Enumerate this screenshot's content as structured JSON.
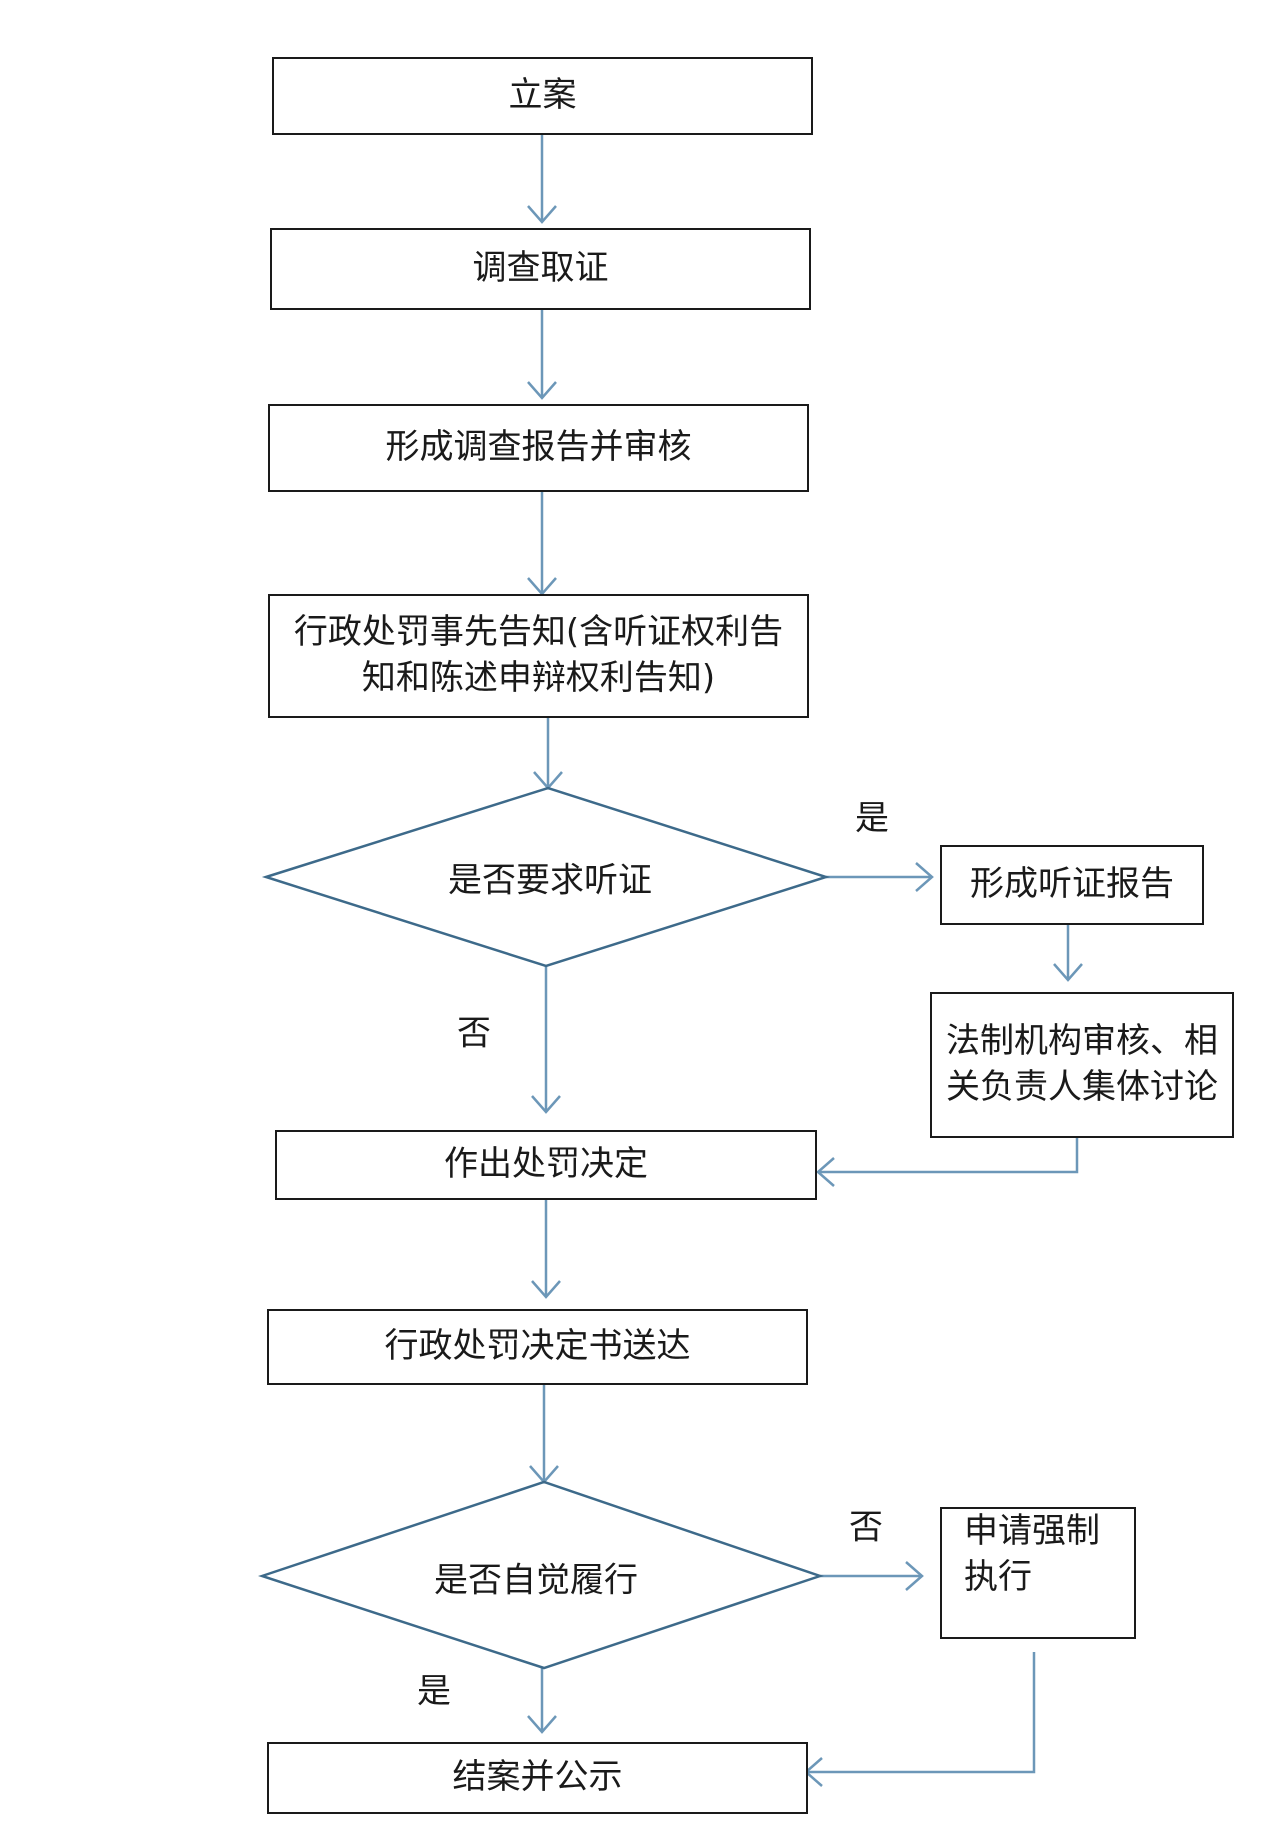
{
  "steps": {
    "file_case": "立案",
    "investigate": "调查取证",
    "report_review": "形成调查报告并审核",
    "notice_line1": "行政处罚事先告知(含听证权利告",
    "notice_line2": "知和陈述申辩权利告知)",
    "decision": "作出处罚决定",
    "deliver": "行政处罚决定书送达",
    "close": "结案并公示"
  },
  "decisions": {
    "hearing": "是否要求听证",
    "comply": "是否自觉履行"
  },
  "branch": {
    "hearing_report": "形成听证报告",
    "legal_review_line1": "法制机构审核、相",
    "legal_review_line2": "关负责人集体讨论",
    "enforce_line1": "申请强制",
    "enforce_line2": "执行"
  },
  "labels": {
    "yes_hearing": "是",
    "no_hearing": "否",
    "no_comply": "否",
    "yes_comply": "是"
  },
  "colors": {
    "arrow": "#6c97b8",
    "outline": "#1a1a1a"
  }
}
